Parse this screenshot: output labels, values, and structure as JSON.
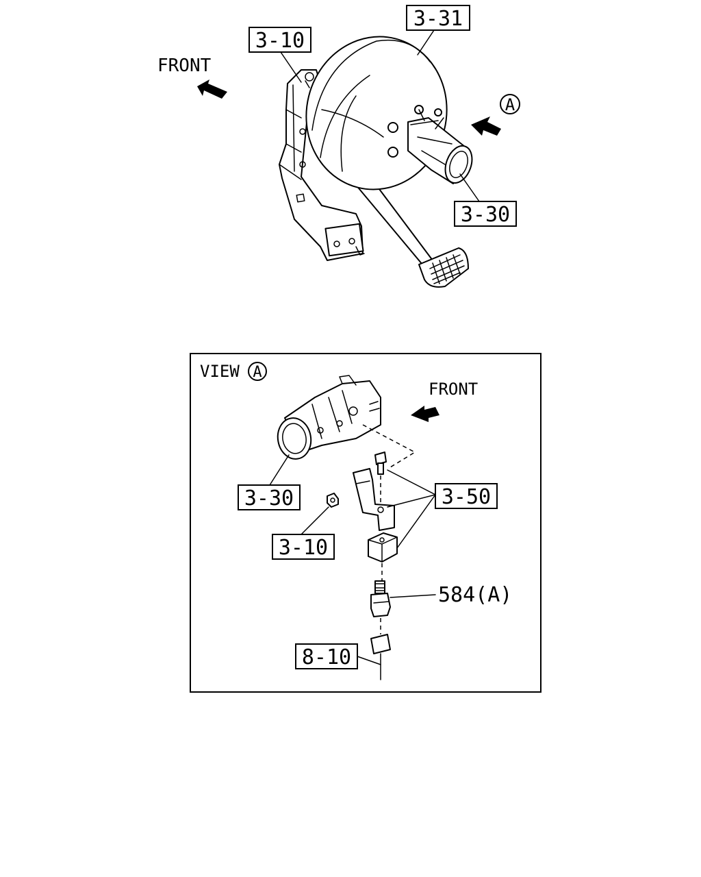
{
  "overview": {
    "front_label": "FRONT",
    "view_marker": "A",
    "callouts": {
      "bracket": "3-10",
      "booster": "3-31",
      "master_cylinder": "3-30"
    }
  },
  "detail": {
    "view_title": "VIEW",
    "view_marker": "A",
    "front_label": "FRONT",
    "callouts": {
      "master_cylinder": "3-30",
      "bracket_set": "3-50",
      "nut": "3-10",
      "switch": "584(A)",
      "connector": "8-10"
    }
  }
}
